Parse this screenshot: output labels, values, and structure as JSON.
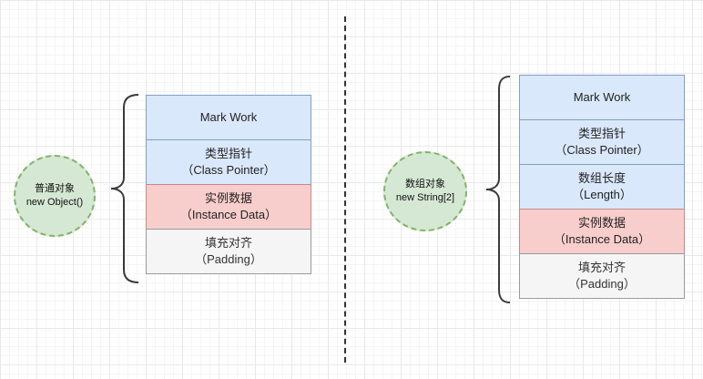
{
  "left": {
    "object_label": [
      "普通对象",
      "new Object()"
    ],
    "layout": [
      {
        "lines": [
          "Mark Work"
        ],
        "color": "blue"
      },
      {
        "lines": [
          "类型指针",
          "（Class Pointer）"
        ],
        "color": "blue"
      },
      {
        "lines": [
          "实例数据",
          "（Instance Data）"
        ],
        "color": "red"
      },
      {
        "lines": [
          "填充对齐",
          "（Padding）"
        ],
        "color": "grey"
      }
    ]
  },
  "right": {
    "object_label": [
      "数组对象",
      "new String[2]"
    ],
    "layout": [
      {
        "lines": [
          "Mark Work"
        ],
        "color": "blue"
      },
      {
        "lines": [
          "类型指针",
          "（Class Pointer）"
        ],
        "color": "blue"
      },
      {
        "lines": [
          "数组长度",
          "（Length）"
        ],
        "color": "blue"
      },
      {
        "lines": [
          "实例数据",
          "（Instance Data）"
        ],
        "color": "red"
      },
      {
        "lines": [
          "填充对齐",
          "（Padding）"
        ],
        "color": "grey"
      }
    ]
  },
  "colors": {
    "blue_fill": "#dae8fc",
    "red_fill": "#f8cecc",
    "grey_fill": "#f5f5f5",
    "circle_fill": "#d5e8d4",
    "circle_border": "#82b366"
  }
}
